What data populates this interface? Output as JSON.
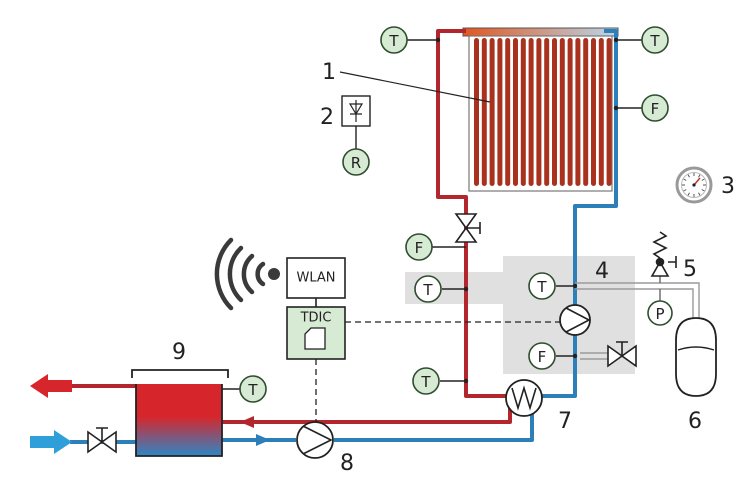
{
  "colors": {
    "hot": "#b3262e",
    "cold": "#2c7fb8",
    "sensor_fill": "#d7ead3",
    "sensor_stroke": "#2f4d2f",
    "gray_zone": "#e0e0e0",
    "collector_tube": "#a8321e"
  },
  "labels": {
    "n1": "1",
    "n2": "2",
    "n3": "3",
    "n4": "4",
    "n5": "5",
    "n6": "6",
    "n7": "7",
    "n8": "8",
    "n9": "9"
  },
  "sensors": {
    "T": "T",
    "F": "F",
    "R": "R",
    "P": "P"
  },
  "boxes": {
    "wlan": "WLAN",
    "tdic": "TDIC"
  },
  "icons": {
    "wireless": "wifi-signal-icon",
    "gauge": "pressure-gauge-icon",
    "pump": "pump-icon",
    "valve": "valve-icon",
    "heat_exchanger": "heat-exchanger-icon",
    "safety_valve": "safety-valve-icon",
    "expansion_vessel": "expansion-vessel-icon",
    "arrow_out": "hot-water-outlet-arrow-icon",
    "arrow_in": "cold-water-inlet-arrow-icon"
  }
}
